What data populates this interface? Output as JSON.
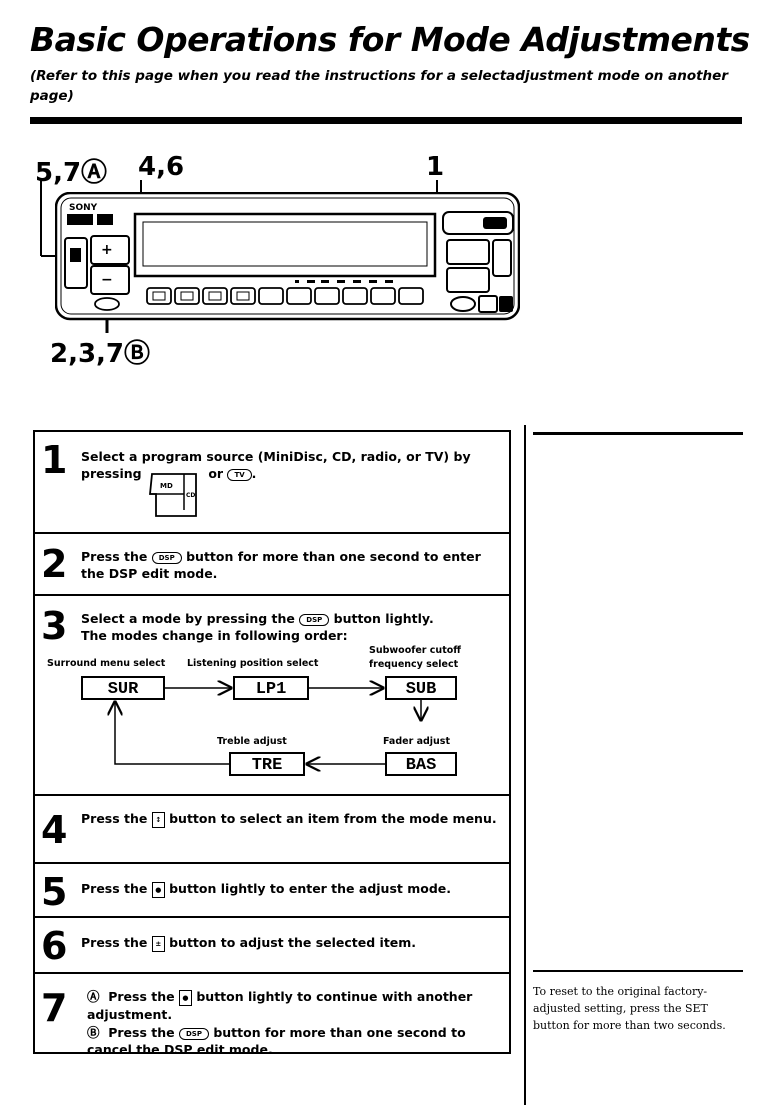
{
  "title": "Basic Operations for Mode Adjustments",
  "subtitle": "(Refer to this page when you read the instructions for a selectadjustment mode on another page)",
  "callouts": {
    "top_left": "5,7Ⓐ",
    "top_mid": "4,6",
    "top_right": "1",
    "bottom": "2,3,7Ⓑ"
  },
  "panel": {
    "brand": "SONY"
  },
  "keys": {
    "source_md": "MD",
    "source_cd": "CD",
    "tv": "TV",
    "dsp": "DSP"
  },
  "steps": [
    {
      "num": "1",
      "before": "Select a program source (MiniDisc, CD, radio, or TV) by pressing",
      "mid": "or",
      "after": "."
    },
    {
      "num": "2",
      "before": "Press the",
      "after": "button for more than one second to enter the DSP edit mode."
    },
    {
      "num": "3",
      "before": "Select a mode by pressing the",
      "after": "button lightly. The modes change in following order:"
    },
    {
      "num": "4",
      "before": "Press the",
      "after": "button to select an item from the mode menu."
    },
    {
      "num": "5",
      "before": "Press the",
      "after": "button lightly to enter the adjust mode."
    },
    {
      "num": "6",
      "before": "Press the",
      "after": "button to adjust the selected item."
    },
    {
      "num": "7"
    }
  ],
  "step7": {
    "a_marker": "Ⓐ",
    "a_before": "Press the",
    "a_after": "button lightly to continue with another adjustment.",
    "b_marker": "Ⓑ",
    "b_before": "Press the",
    "b_after": "button for more than one second to cancel the DSP edit mode."
  },
  "mode_flow": {
    "labels": {
      "surround": "Surround menu select",
      "listening": "Listening position select",
      "subwoofer": "Subwoofer cutoff frequency select",
      "treble": "Treble adjust",
      "fader": "Fader adjust"
    },
    "boxes": {
      "sur": "SUR",
      "lp1": "LP1",
      "sub": "SUB",
      "tre": "TRE",
      "bas": "BAS"
    }
  },
  "reset_note": "To reset to the original factory-adjusted setting, press the SET button for more than two seconds."
}
